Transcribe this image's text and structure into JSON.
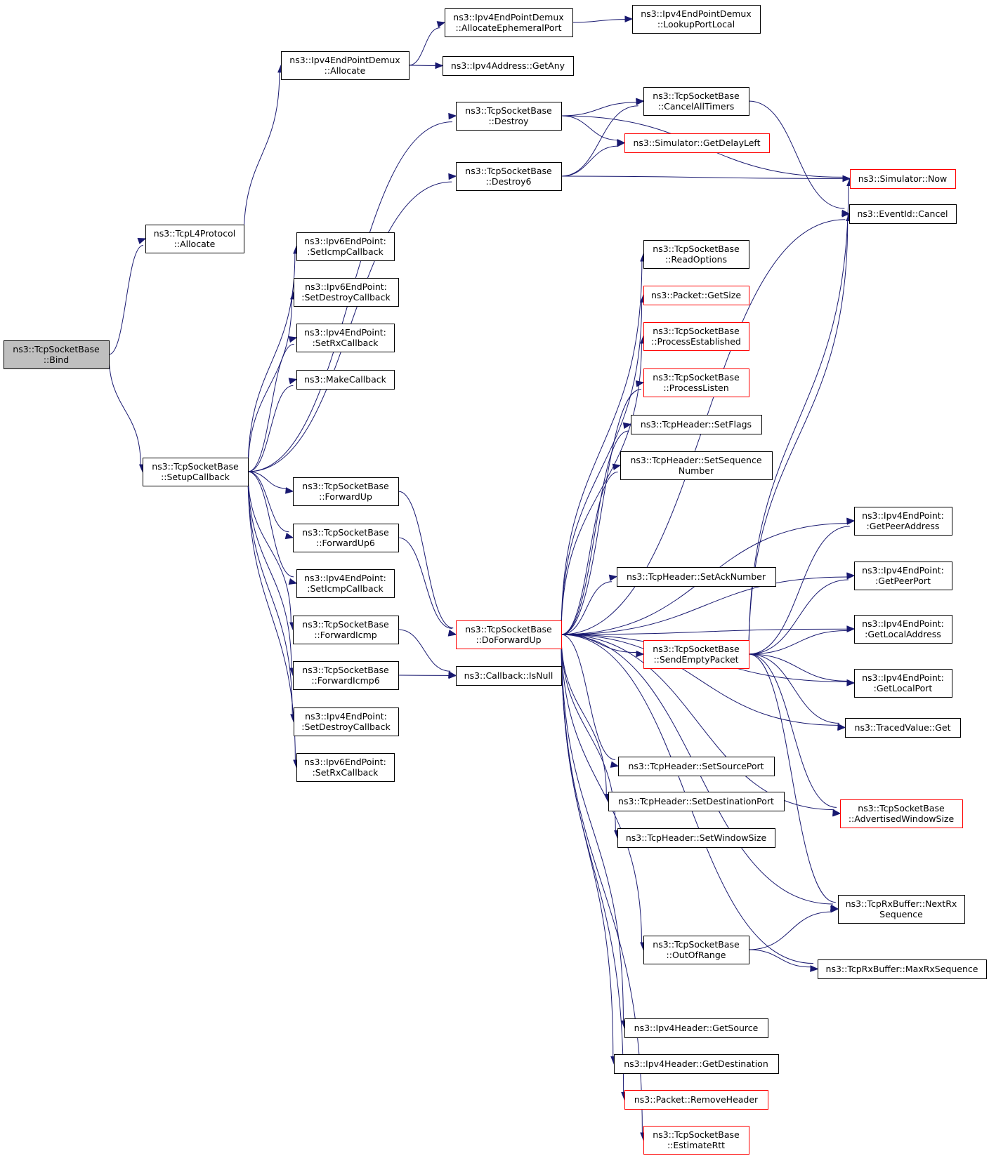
{
  "graph_kind": "call graph",
  "colors": {
    "edge": "#191970",
    "node_border": "#000000",
    "node_border_truncated": "#ff0000",
    "root_fill": "#bfbfbf",
    "background": "#ffffff"
  },
  "nodes": {
    "bind": {
      "lines": [
        "ns3::TcpSocketBase",
        "::Bind"
      ],
      "style": "root"
    },
    "tcpl4_allocate": {
      "lines": [
        "ns3::TcpL4Protocol",
        "::Allocate"
      ]
    },
    "setup_callback": {
      "lines": [
        "ns3::TcpSocketBase",
        "::SetupCallback"
      ]
    },
    "demux_allocate": {
      "lines": [
        "ns3::Ipv4EndPointDemux",
        "::Allocate"
      ]
    },
    "alloc_ephemeral": {
      "lines": [
        "ns3::Ipv4EndPointDemux",
        "::AllocateEphemeralPort"
      ]
    },
    "lookup_port_local": {
      "lines": [
        "ns3::Ipv4EndPointDemux",
        "::LookupPortLocal"
      ]
    },
    "ipv4addr_getany": {
      "lines": [
        "ns3::Ipv4Address::GetAny"
      ]
    },
    "destroy": {
      "lines": [
        "ns3::TcpSocketBase",
        "::Destroy"
      ]
    },
    "destroy6": {
      "lines": [
        "ns3::TcpSocketBase",
        "::Destroy6"
      ]
    },
    "cancel_all_timers": {
      "lines": [
        "ns3::TcpSocketBase",
        "::CancelAllTimers"
      ]
    },
    "sim_get_delay_left": {
      "lines": [
        "ns3::Simulator::GetDelayLeft"
      ],
      "style": "red"
    },
    "sim_now": {
      "lines": [
        "ns3::Simulator::Now"
      ],
      "style": "red"
    },
    "eventid_cancel": {
      "lines": [
        "ns3::EventId::Cancel"
      ]
    },
    "ipv6ep_set_icmp_cb": {
      "lines": [
        "ns3::Ipv6EndPoint:",
        ":SetIcmpCallback"
      ]
    },
    "ipv6ep_set_destroy_cb": {
      "lines": [
        "ns3::Ipv6EndPoint:",
        ":SetDestroyCallback"
      ]
    },
    "ipv4ep_set_rx_cb": {
      "lines": [
        "ns3::Ipv4EndPoint:",
        ":SetRxCallback"
      ]
    },
    "make_callback": {
      "lines": [
        "ns3::MakeCallback"
      ]
    },
    "forward_up": {
      "lines": [
        "ns3::TcpSocketBase",
        "::ForwardUp"
      ]
    },
    "forward_up6": {
      "lines": [
        "ns3::TcpSocketBase",
        "::ForwardUp6"
      ]
    },
    "ipv4ep_set_icmp_cb": {
      "lines": [
        "ns3::Ipv4EndPoint:",
        ":SetIcmpCallback"
      ]
    },
    "forward_icmp": {
      "lines": [
        "ns3::TcpSocketBase",
        "::ForwardIcmp"
      ]
    },
    "forward_icmp6": {
      "lines": [
        "ns3::TcpSocketBase",
        "::ForwardIcmp6"
      ]
    },
    "ipv4ep_set_destroy_cb": {
      "lines": [
        "ns3::Ipv4EndPoint:",
        ":SetDestroyCallback"
      ]
    },
    "ipv6ep_set_rx_cb": {
      "lines": [
        "ns3::Ipv6EndPoint:",
        ":SetRxCallback"
      ]
    },
    "do_forward_up": {
      "lines": [
        "ns3::TcpSocketBase",
        "::DoForwardUp"
      ],
      "style": "red"
    },
    "callback_isnull": {
      "lines": [
        "ns3::Callback::IsNull"
      ]
    },
    "read_options": {
      "lines": [
        "ns3::TcpSocketBase",
        "::ReadOptions"
      ]
    },
    "packet_getsize": {
      "lines": [
        "ns3::Packet::GetSize"
      ],
      "style": "red"
    },
    "process_established": {
      "lines": [
        "ns3::TcpSocketBase",
        "::ProcessEstablished"
      ],
      "style": "red"
    },
    "process_listen": {
      "lines": [
        "ns3::TcpSocketBase",
        "::ProcessListen"
      ],
      "style": "red"
    },
    "tcph_set_flags": {
      "lines": [
        "ns3::TcpHeader::SetFlags"
      ]
    },
    "tcph_set_sequence_number": {
      "lines": [
        "ns3::TcpHeader::SetSequence",
        "Number"
      ]
    },
    "tcph_set_ack_number": {
      "lines": [
        "ns3::TcpHeader::SetAckNumber"
      ]
    },
    "send_empty_packet": {
      "lines": [
        "ns3::TcpSocketBase",
        "::SendEmptyPacket"
      ],
      "style": "red"
    },
    "ipv4ep_get_peer_address": {
      "lines": [
        "ns3::Ipv4EndPoint:",
        ":GetPeerAddress"
      ]
    },
    "ipv4ep_get_peer_port": {
      "lines": [
        "ns3::Ipv4EndPoint:",
        ":GetPeerPort"
      ]
    },
    "ipv4ep_get_local_address": {
      "lines": [
        "ns3::Ipv4EndPoint:",
        ":GetLocalAddress"
      ]
    },
    "ipv4ep_get_local_port": {
      "lines": [
        "ns3::Ipv4EndPoint:",
        ":GetLocalPort"
      ]
    },
    "traced_value_get": {
      "lines": [
        "ns3::TracedValue::Get"
      ]
    },
    "tcph_set_source_port": {
      "lines": [
        "ns3::TcpHeader::SetSourcePort"
      ]
    },
    "tcph_set_destination_port": {
      "lines": [
        "ns3::TcpHeader::SetDestinationPort"
      ]
    },
    "tcph_set_window_size": {
      "lines": [
        "ns3::TcpHeader::SetWindowSize"
      ]
    },
    "advertised_window_size": {
      "lines": [
        "ns3::TcpSocketBase",
        "::AdvertisedWindowSize"
      ],
      "style": "red"
    },
    "rxbuf_next_rx_sequence": {
      "lines": [
        "ns3::TcpRxBuffer::NextRx",
        "Sequence"
      ]
    },
    "out_of_range": {
      "lines": [
        "ns3::TcpSocketBase",
        "::OutOfRange"
      ]
    },
    "rxbuf_max_rx_sequence": {
      "lines": [
        "ns3::TcpRxBuffer::MaxRxSequence"
      ]
    },
    "ipv4h_get_source": {
      "lines": [
        "ns3::Ipv4Header::GetSource"
      ]
    },
    "ipv4h_get_destination": {
      "lines": [
        "ns3::Ipv4Header::GetDestination"
      ]
    },
    "packet_remove_header": {
      "lines": [
        "ns3::Packet::RemoveHeader"
      ],
      "style": "red"
    },
    "estimate_rtt": {
      "lines": [
        "ns3::TcpSocketBase",
        "::EstimateRtt"
      ],
      "style": "red"
    }
  },
  "edges": [
    [
      "bind",
      "tcpl4_allocate"
    ],
    [
      "bind",
      "setup_callback"
    ],
    [
      "tcpl4_allocate",
      "demux_allocate"
    ],
    [
      "demux_allocate",
      "alloc_ephemeral"
    ],
    [
      "demux_allocate",
      "ipv4addr_getany"
    ],
    [
      "alloc_ephemeral",
      "lookup_port_local"
    ],
    [
      "setup_callback",
      "ipv6ep_set_icmp_cb"
    ],
    [
      "setup_callback",
      "ipv6ep_set_destroy_cb"
    ],
    [
      "setup_callback",
      "ipv4ep_set_rx_cb"
    ],
    [
      "setup_callback",
      "make_callback"
    ],
    [
      "setup_callback",
      "destroy"
    ],
    [
      "setup_callback",
      "destroy6"
    ],
    [
      "setup_callback",
      "forward_up"
    ],
    [
      "setup_callback",
      "forward_up6"
    ],
    [
      "setup_callback",
      "ipv4ep_set_icmp_cb"
    ],
    [
      "setup_callback",
      "forward_icmp"
    ],
    [
      "setup_callback",
      "forward_icmp6"
    ],
    [
      "setup_callback",
      "ipv4ep_set_destroy_cb"
    ],
    [
      "setup_callback",
      "ipv6ep_set_rx_cb"
    ],
    [
      "destroy",
      "sim_now"
    ],
    [
      "destroy",
      "cancel_all_timers"
    ],
    [
      "destroy",
      "sim_get_delay_left"
    ],
    [
      "destroy6",
      "cancel_all_timers"
    ],
    [
      "destroy6",
      "sim_get_delay_left"
    ],
    [
      "destroy6",
      "sim_now"
    ],
    [
      "cancel_all_timers",
      "eventid_cancel"
    ],
    [
      "forward_up",
      "do_forward_up"
    ],
    [
      "forward_up6",
      "do_forward_up"
    ],
    [
      "forward_icmp",
      "callback_isnull"
    ],
    [
      "forward_icmp6",
      "callback_isnull"
    ],
    [
      "do_forward_up",
      "eventid_cancel"
    ],
    [
      "do_forward_up",
      "read_options"
    ],
    [
      "do_forward_up",
      "packet_getsize"
    ],
    [
      "do_forward_up",
      "process_established"
    ],
    [
      "do_forward_up",
      "process_listen"
    ],
    [
      "do_forward_up",
      "tcph_set_flags"
    ],
    [
      "do_forward_up",
      "tcph_set_sequence_number"
    ],
    [
      "do_forward_up",
      "ipv4ep_get_peer_address"
    ],
    [
      "do_forward_up",
      "ipv4ep_get_peer_port"
    ],
    [
      "do_forward_up",
      "tcph_set_ack_number"
    ],
    [
      "do_forward_up",
      "ipv4ep_get_local_address"
    ],
    [
      "do_forward_up",
      "send_empty_packet"
    ],
    [
      "do_forward_up",
      "ipv4ep_get_local_port"
    ],
    [
      "do_forward_up",
      "traced_value_get"
    ],
    [
      "do_forward_up",
      "tcph_set_source_port"
    ],
    [
      "do_forward_up",
      "tcph_set_destination_port"
    ],
    [
      "do_forward_up",
      "tcph_set_window_size"
    ],
    [
      "do_forward_up",
      "advertised_window_size"
    ],
    [
      "do_forward_up",
      "rxbuf_next_rx_sequence"
    ],
    [
      "do_forward_up",
      "out_of_range"
    ],
    [
      "do_forward_up",
      "rxbuf_max_rx_sequence"
    ],
    [
      "do_forward_up",
      "ipv4h_get_source"
    ],
    [
      "do_forward_up",
      "ipv4h_get_destination"
    ],
    [
      "do_forward_up",
      "packet_remove_header"
    ],
    [
      "do_forward_up",
      "estimate_rtt"
    ],
    [
      "send_empty_packet",
      "sim_now"
    ],
    [
      "send_empty_packet",
      "eventid_cancel"
    ],
    [
      "send_empty_packet",
      "ipv4ep_get_peer_address"
    ],
    [
      "send_empty_packet",
      "ipv4ep_get_peer_port"
    ],
    [
      "send_empty_packet",
      "ipv4ep_get_local_address"
    ],
    [
      "send_empty_packet",
      "ipv4ep_get_local_port"
    ],
    [
      "send_empty_packet",
      "traced_value_get"
    ],
    [
      "send_empty_packet",
      "advertised_window_size"
    ],
    [
      "send_empty_packet",
      "rxbuf_next_rx_sequence"
    ],
    [
      "out_of_range",
      "rxbuf_next_rx_sequence"
    ],
    [
      "out_of_range",
      "rxbuf_max_rx_sequence"
    ]
  ]
}
